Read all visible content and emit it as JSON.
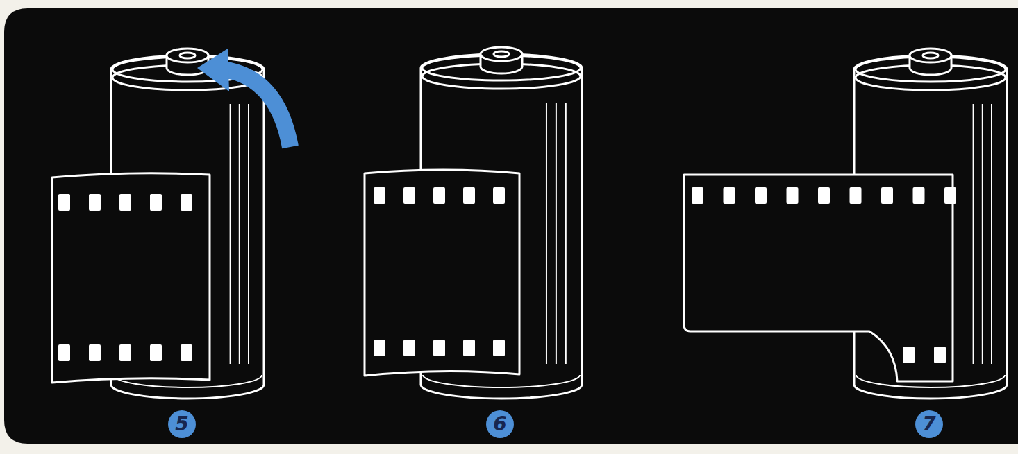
{
  "diagram": {
    "nodes": [
      {
        "text": [
          "5"
        ]
      },
      {
        "text": [
          "6"
        ]
      },
      {
        "text": [
          "7"
        ]
      }
    ]
  }
}
